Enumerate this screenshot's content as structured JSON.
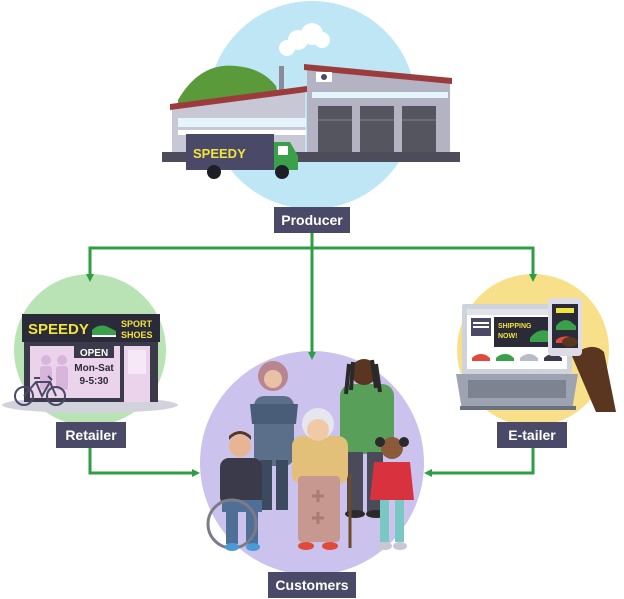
{
  "diagram": {
    "title": "Producer to customer distribution chain",
    "nodes": {
      "producer": {
        "label": "Producer"
      },
      "retailer": {
        "label": "Retailer"
      },
      "etailer": {
        "label": "E-tailer"
      },
      "customers": {
        "label": "Customers"
      }
    },
    "brand": "SPEEDY",
    "shop_sign": {
      "line1": "SPORT",
      "line2": "SHOES"
    },
    "shop_window": {
      "open": "OPEN",
      "days": "Mon-Sat",
      "hours": "9-5:30"
    },
    "web_banner": {
      "line1": "SHIPPING",
      "line2": "NOW!"
    }
  },
  "colors": {
    "arrow": "#2e9e44",
    "label_bg": "#4a4a68",
    "producer_circle": "#bfe6f5",
    "retailer_circle": "#b9e3b4",
    "etailer_circle": "#f8e08a",
    "customers_circle": "#cbc2ee",
    "brand_yellow": "#f1e43c"
  }
}
